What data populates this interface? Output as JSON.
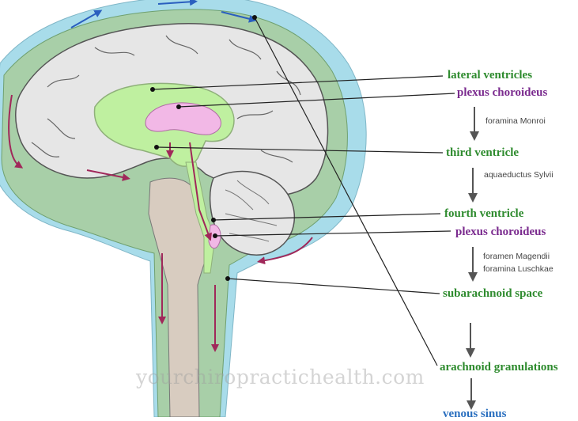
{
  "labels": {
    "lateral_ventricles": "lateral ventricles",
    "plexus_choroideus_1": "plexus choroideus",
    "foramina_monroi": "foramina Monroi",
    "third_ventricle": "third ventricle",
    "aquaeductus_sylvii": "aquaeductus Sylvii",
    "fourth_ventricle": "fourth ventricle",
    "plexus_choroideus_2": "plexus choroideus",
    "foramen_magendii": "foramen Magendii",
    "foramina_luschkae": "foramina Luschkae",
    "subarachnoid_space": "subarachnoid space",
    "arachnoid_granulations": "arachnoid granulations",
    "venous_sinus": "venous sinus"
  },
  "watermark": "yourchiropractichealth.com",
  "colors": {
    "label_green": "#2e8b2e",
    "label_purple": "#7a2a8e",
    "csf_blue": "#a8dcea",
    "meninges_green": "#a8cfa8",
    "brain_grey": "#e6e6e6",
    "ventricle_green": "#bff0a0",
    "plexus_pink": "#f2b8e6",
    "stem_tan": "#d8ccc0",
    "flow_red": "#a0285a"
  }
}
